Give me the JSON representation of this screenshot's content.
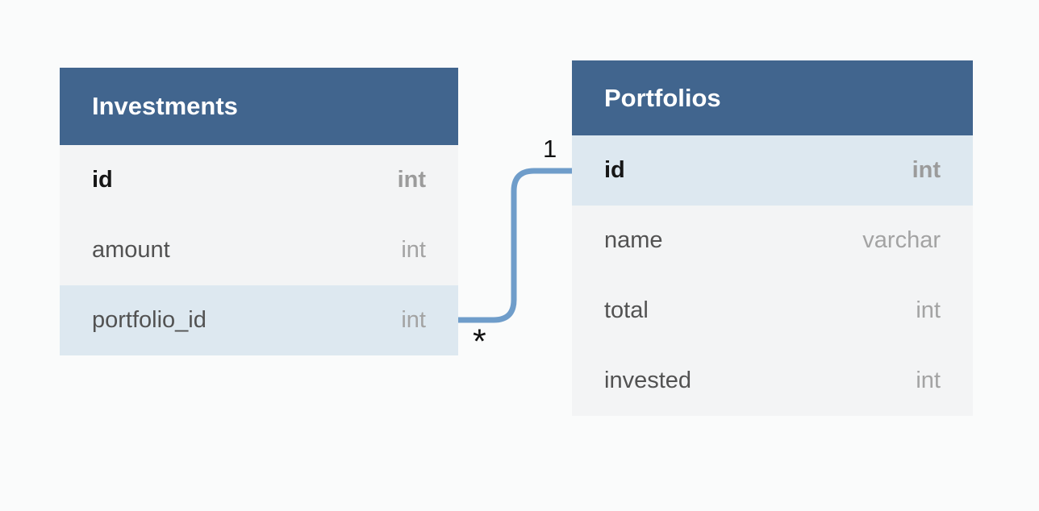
{
  "diagram": {
    "tables": [
      {
        "name": "Investments",
        "fields": [
          {
            "name": "id",
            "type": "int"
          },
          {
            "name": "amount",
            "type": "int"
          },
          {
            "name": "portfolio_id",
            "type": "int"
          }
        ]
      },
      {
        "name": "Portfolios",
        "fields": [
          {
            "name": "id",
            "type": "int"
          },
          {
            "name": "name",
            "type": "varchar"
          },
          {
            "name": "total",
            "type": "int"
          },
          {
            "name": "invested",
            "type": "int"
          }
        ]
      }
    ],
    "relationship": {
      "from": "Investments.portfolio_id",
      "to": "Portfolios.id",
      "one_label": "1",
      "many_label": "*"
    },
    "colors": {
      "header_bg": "#41658e",
      "header_text": "#ffffff",
      "row_bg": "#f3f4f5",
      "highlight_row_bg": "#dde8f0",
      "field_text": "#525252",
      "type_text": "#a3a3a3",
      "pk_text": "#161616",
      "pk_type_text": "#9b9b9b",
      "connector": "#6f9dca",
      "canvas_bg": "#fafbfb",
      "label_text": "#111111"
    }
  }
}
